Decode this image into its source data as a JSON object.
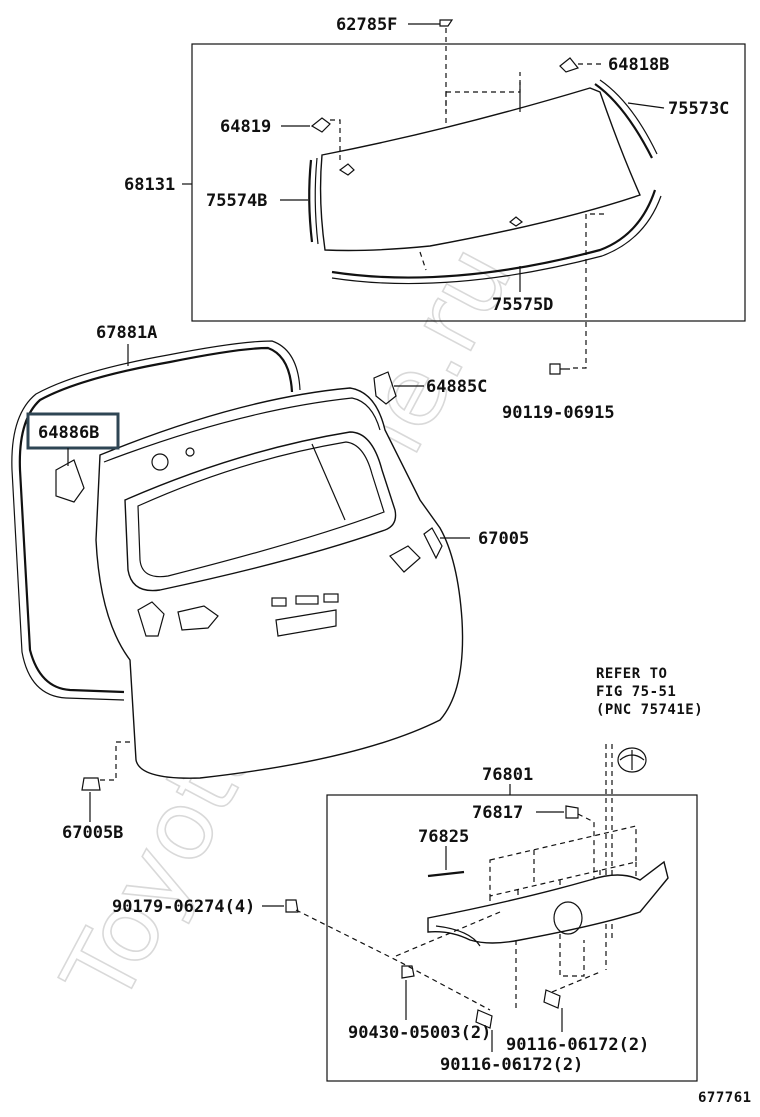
{
  "watermark": "ToyotaCarMine.ru",
  "figure_id": "677761",
  "highlighted_part": "64886B",
  "refer_note": {
    "line1": "REFER TO",
    "line2": "FIG 75-51",
    "line3": "(PNC 75741E)"
  },
  "parts": {
    "p62785F": "62785F",
    "p64818B": "64818B",
    "p75573C": "75573C",
    "p64819": "64819",
    "p68131": "68131",
    "p75574B": "75574B",
    "p75575D": "75575D",
    "p67881A": "67881A",
    "p64885C": "64885C",
    "p90119_06915": "90119-06915",
    "p64886B": "64886B",
    "p67005": "67005",
    "p67005B": "67005B",
    "p76801": "76801",
    "p76817": "76817",
    "p76825": "76825",
    "p90179_06274": "90179-06274(4)",
    "p90430_05003": "90430-05003(2)",
    "p90116_06172_a": "90116-06172(2)",
    "p90116_06172_b": "90116-06172(2)"
  }
}
